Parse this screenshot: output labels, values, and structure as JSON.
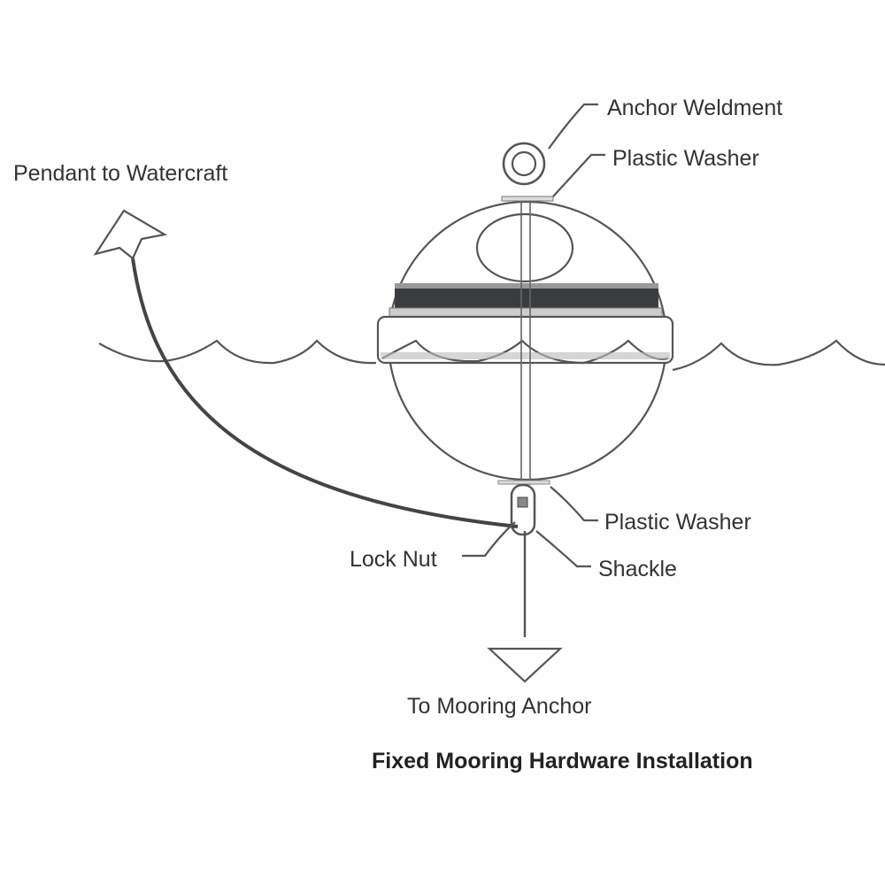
{
  "labels": {
    "anchor_weldment": "Anchor Weldment",
    "plastic_washer_top": "Plastic Washer",
    "pendant": "Pendant to Watercraft",
    "plastic_washer_bottom": "Plastic Washer",
    "lock_nut": "Lock Nut",
    "shackle": "Shackle",
    "to_anchor": "To Mooring Anchor"
  },
  "title": "Fixed Mooring Hardware Installation"
}
